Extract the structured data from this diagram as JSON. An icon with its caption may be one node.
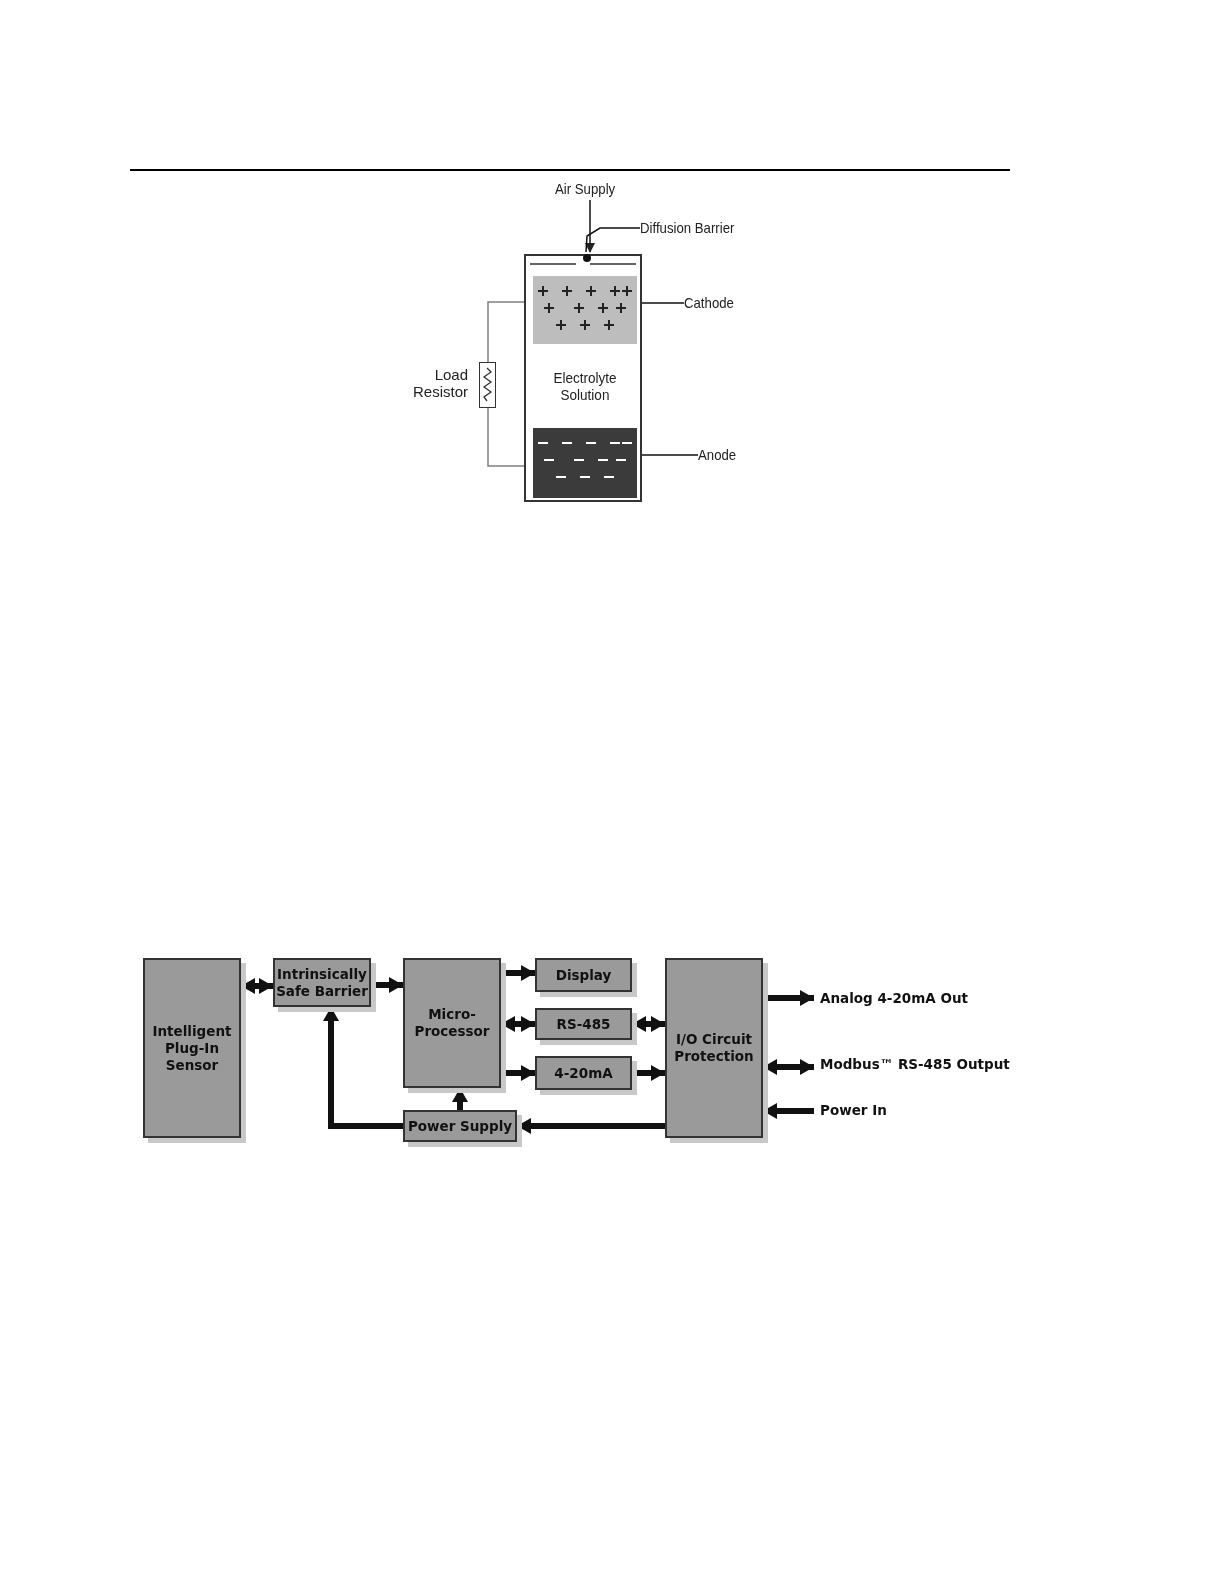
{
  "diagram": {
    "nodes": [
      {
        "text": [
          "Air Supply"
        ]
      },
      {
        "text": [
          "Diffusion Barrier"
        ]
      },
      {
        "text": [
          "Cathode"
        ]
      },
      {
        "text": [
          "Anode"
        ]
      },
      {
        "text": [],
        "shape": "box"
      },
      {
        "text": [],
        "shape": "circle",
        "in": 4
      },
      {
        "text": [],
        "shape": "box",
        "in": 4
      },
      {
        "text": [
          "Electrolyte Solution"
        ],
        "in": 4
      },
      {
        "text": [],
        "shape": "box",
        "in": 4
      },
      {
        "text": [],
        "shape": "box",
        "beside": [
          "Load Resistor"
        ]
      },
      {
        "text": [
          "Intelligent Plug-In Sensor"
        ]
      },
      {
        "text": [
          "Intrinsically Safe Barrier"
        ]
      },
      {
        "text": [
          "Micro-Processor"
        ]
      },
      {
        "text": [
          "Display"
        ]
      },
      {
        "text": [
          "RS-485"
        ]
      },
      {
        "text": [
          "4-20mA"
        ]
      },
      {
        "text": [
          "I/O Circuit Protection"
        ]
      },
      {
        "text": [
          "Power Supply"
        ]
      },
      {
        "text": [
          "Analog 4-20mA Out"
        ]
      },
      {
        "text": [
          "Modbus™ RS-485 Output"
        ]
      },
      {
        "text": [
          "Power In"
        ]
      }
    ],
    "edges": [
      {
        "from": 0,
        "to": 5,
        "arrow": "to"
      },
      {
        "from": 1,
        "to": 5,
        "arrow": "none"
      },
      {
        "from": 2,
        "to": 6,
        "arrow": "other"
      },
      {
        "from": 3,
        "to": 8,
        "arrow": "other"
      },
      {
        "from": 9,
        "to": 6,
        "arrow": "none",
        "color": "#808080"
      },
      {
        "from": 9,
        "to": 8,
        "arrow": "none",
        "color": "#808080"
      },
      {
        "from": 10,
        "to": 11,
        "arrow": "both"
      },
      {
        "from": 11,
        "to": 12,
        "arrow": "to"
      },
      {
        "from": 12,
        "to": 13,
        "arrow": "to"
      },
      {
        "from": 12,
        "to": 14,
        "arrow": "both"
      },
      {
        "from": 12,
        "to": 15,
        "arrow": "to"
      },
      {
        "from": 14,
        "to": 16,
        "arrow": "both"
      },
      {
        "from": 15,
        "to": 16,
        "arrow": "to"
      },
      {
        "from": 17,
        "to": 12,
        "arrow": "to"
      },
      {
        "from": 17,
        "to": 11,
        "arrow": "to"
      },
      {
        "from": 16,
        "to": 17,
        "arrow": "to"
      },
      {
        "from": 16,
        "to": 18,
        "arrow": "to"
      },
      {
        "from": 16,
        "to": 19,
        "arrow": "both"
      },
      {
        "from": 20,
        "to": 16,
        "arrow": "to"
      }
    ]
  }
}
